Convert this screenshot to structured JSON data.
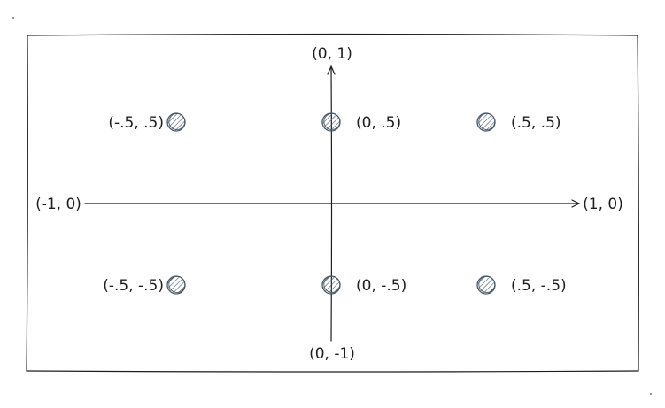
{
  "diagram": {
    "axis_labels": {
      "top": "(0, 1)",
      "bottom": "(0, -1)",
      "left": "(-1, 0)",
      "right": "(1, 0)"
    },
    "points": [
      {
        "x": -0.5,
        "y": 0.5,
        "label": "(-.5, .5)",
        "label_side": "left"
      },
      {
        "x": 0,
        "y": 0.5,
        "label": "(0, .5)",
        "label_side": "right"
      },
      {
        "x": 0.5,
        "y": 0.5,
        "label": "(.5, .5)",
        "label_side": "right"
      },
      {
        "x": -0.5,
        "y": -0.5,
        "label": "(-.5, -.5)",
        "label_side": "left"
      },
      {
        "x": 0,
        "y": -0.5,
        "label": "(0, -.5)",
        "label_side": "right"
      },
      {
        "x": 0.5,
        "y": -0.5,
        "label": "(.5, -.5)",
        "label_side": "right"
      }
    ],
    "colors": {
      "stroke": "#1e1e1e",
      "point_fill": "#8f9ba7",
      "point_stroke": "#4a5a6a"
    }
  }
}
